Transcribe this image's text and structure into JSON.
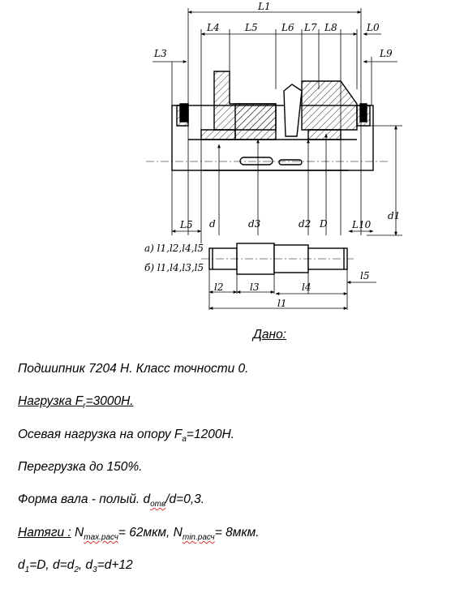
{
  "drawing": {
    "top_labels": {
      "L1": "L1",
      "L4": "L4",
      "L5": "L5",
      "L6": "L6",
      "L7": "L7",
      "L8": "L8",
      "L0": "L0",
      "L3": "L3",
      "L9": "L9"
    },
    "bottom_labels": {
      "L5": "L5",
      "d": "d",
      "d3": "d3",
      "d2": "d2",
      "D": "D",
      "L10": "L10",
      "d1": "d1"
    },
    "variant_a": "а) l1,l2,l4,l5",
    "variant_b": "б) l1,l4,l3,l5",
    "shaft_labels": {
      "l2": "l2",
      "l3": "l3",
      "l4": "l4",
      "l5": "l5",
      "l1": "l1"
    }
  },
  "given": {
    "heading": "Дано:",
    "bearing": "Подшипник 7204 Н. Класс точности 0.",
    "load_label": "Нагрузка  F",
    "load_sub": "r",
    "load_value": "=3000Н.",
    "axial_text": "Осевая нагрузка на опору F",
    "axial_sub": "a",
    "axial_value": "=1200Н.",
    "overload": "Перегрузка до 150%.",
    "shaft_form": "Форма вала - полый. d",
    "shaft_sub": "отв",
    "shaft_rest": "/d=0,3.",
    "tension_label": "Натяги :",
    "nmax": "N",
    "nmax_sub": "max.расч",
    "nmax_value": "=  62мкм,",
    "nmin": "N",
    "nmin_sub": "min.расч",
    "nmin_value": "=  8мкм.",
    "rel_d1": "d",
    "rel_d1_sub": "1",
    "rel_rest1": "=D, d=d",
    "rel_d2_sub": "2",
    "rel_rest2": ", d",
    "rel_d3_sub": "3",
    "rel_rest3": "=d+12"
  }
}
